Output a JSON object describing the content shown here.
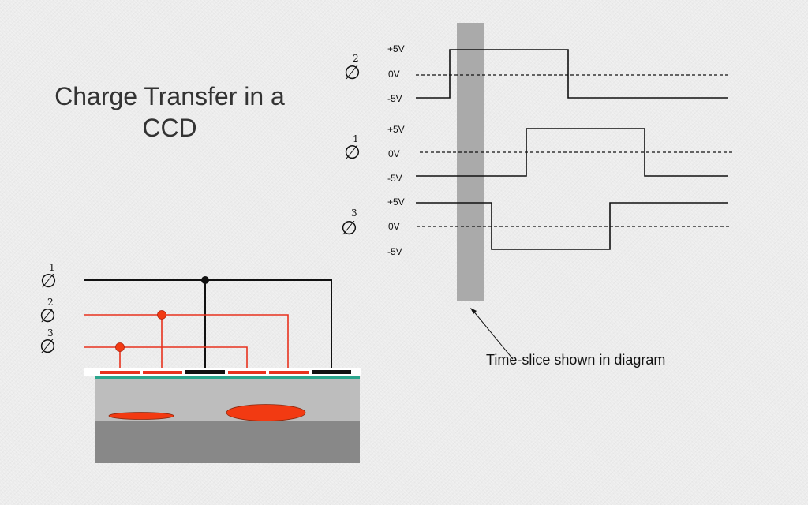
{
  "title": {
    "line1": "Charge Transfer in a",
    "line2": "CCD"
  },
  "voltage_labels": {
    "plus": "+5V",
    "zero": "0V",
    "minus": "-5V"
  },
  "phase_symbol": "∅",
  "phase_numbers": {
    "phi1": "1",
    "phi2": "2",
    "phi3": "3"
  },
  "caption": "Time-slice shown in diagram",
  "colors": {
    "red_line": "#e8321e",
    "black_line": "#111111",
    "charge_fill": "#f23a12",
    "gray_band": "#aaaaaa",
    "teal_strip": "#2aa58c",
    "substrate_light": "#bdbdbd",
    "substrate_dark": "#888888"
  }
}
